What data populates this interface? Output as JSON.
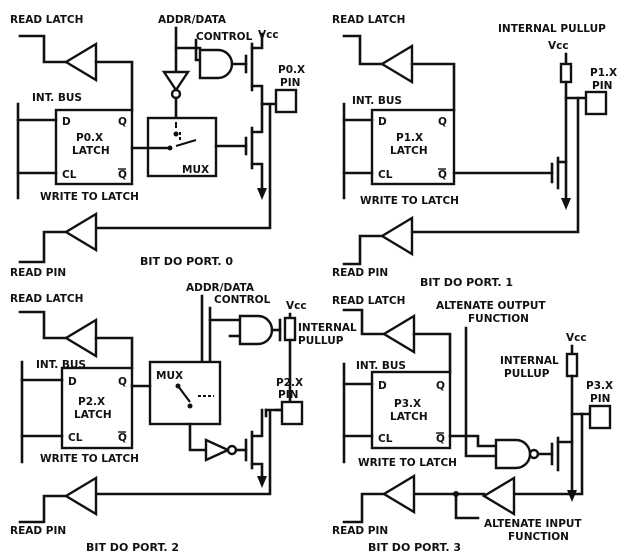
{
  "panels": {
    "port0": {
      "read_latch": "READ LATCH",
      "addr_data": "ADDR/DATA",
      "control": "CONTROL",
      "vcc": "Vcc",
      "pin_line1": "P0.X",
      "pin_line2": "PIN",
      "int_bus": "INT. BUS",
      "latch_line1": "P0.X",
      "latch_line2": "LATCH",
      "d": "D",
      "q": "Q",
      "cl": "CL",
      "qbar": "Q",
      "mux": "MUX",
      "write_to_latch": "WRITE TO LATCH",
      "read_pin": "READ PIN",
      "caption": "BIT DO PORT. 0"
    },
    "port1": {
      "read_latch": "READ LATCH",
      "internal_pullup": "INTERNAL PULLUP",
      "vcc": "Vcc",
      "pin_line1": "P1.X",
      "pin_line2": "PIN",
      "int_bus": "INT. BUS",
      "latch_line1": "P1.X",
      "latch_line2": "LATCH",
      "d": "D",
      "q": "Q",
      "cl": "CL",
      "qbar": "Q",
      "write_to_latch": "WRITE TO LATCH",
      "read_pin": "READ PIN",
      "caption": "BIT DO PORT. 1"
    },
    "port2": {
      "read_latch": "READ LATCH",
      "addr_data": "ADDR/DATA",
      "control": "CONTROL",
      "vcc": "Vcc",
      "internal_line1": "INTERNAL",
      "internal_line2": "PULLUP",
      "pin_line1": "P2.X",
      "pin_line2": "PIN",
      "int_bus": "INT. BUS",
      "latch_line1": "P2.X",
      "latch_line2": "LATCH",
      "d": "D",
      "q": "Q",
      "cl": "CL",
      "qbar": "Q",
      "mux": "MUX",
      "write_to_latch": "WRITE TO LATCH",
      "read_pin": "READ PIN",
      "caption": "BIT DO PORT. 2"
    },
    "port3": {
      "read_latch": "READ LATCH",
      "alt_output_line1": "ALTENATE OUTPUT",
      "alt_output_line2": "FUNCTION",
      "vcc": "Vcc",
      "internal_line1": "INTERNAL",
      "internal_line2": "PULLUP",
      "pin_line1": "P3.X",
      "pin_line2": "PIN",
      "int_bus": "INT. BUS",
      "latch_line1": "P3.X",
      "latch_line2": "LATCH",
      "d": "D",
      "q": "Q",
      "cl": "CL",
      "qbar": "Q",
      "write_to_latch": "WRITE TO LATCH",
      "read_pin": "READ PIN",
      "alt_input_line1": "ALTENATE INPUT",
      "alt_input_line2": "FUNCTION",
      "caption": "BIT DO PORT. 3"
    }
  }
}
